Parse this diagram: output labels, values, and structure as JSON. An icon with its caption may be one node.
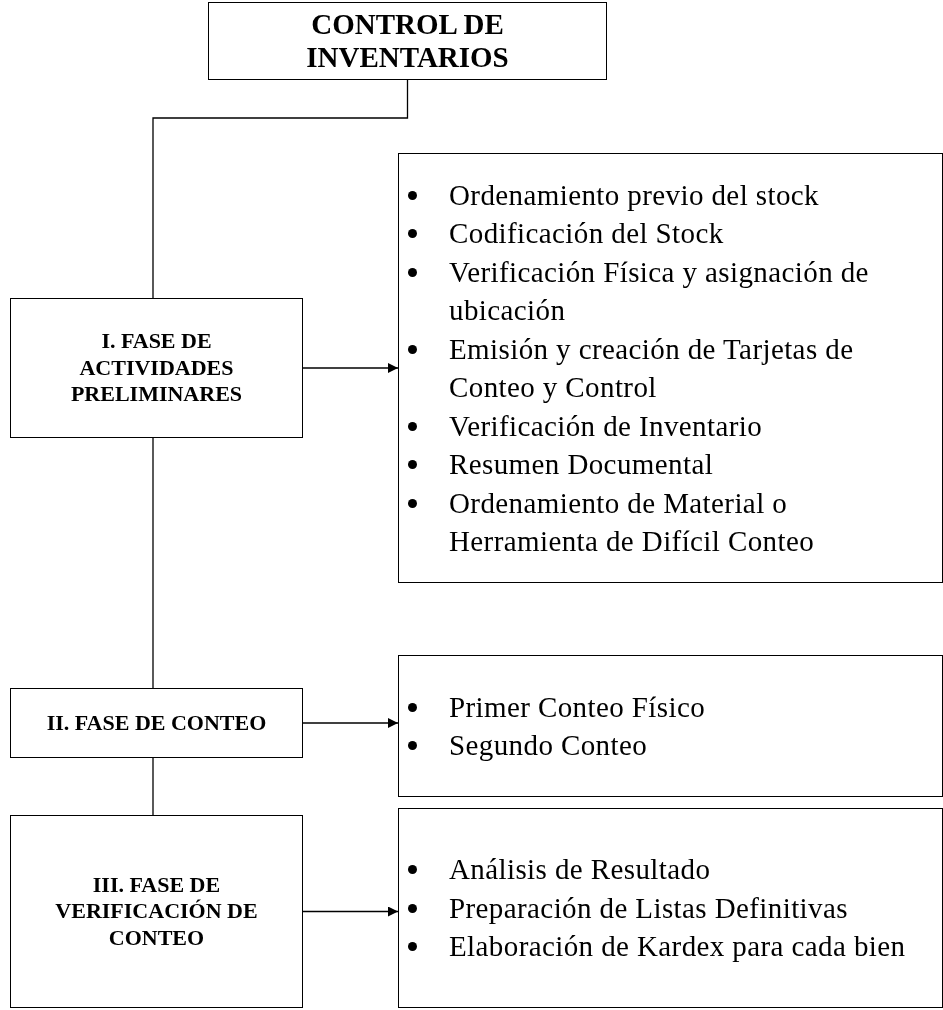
{
  "diagram": {
    "nodes": [
      {
        "text": [
          "CONTROL DE INVENTARIOS"
        ]
      },
      {
        "text": [
          "I. FASE DE ACTIVIDADES PRELIMINARES"
        ]
      },
      {
        "text": [
          "Ordenamiento previo del stock",
          "Codificación del Stock",
          "Verificación Física y asignación de ubicación",
          "Emisión y creación de Tarjetas de Conteo y Control",
          "Verificación de Inventario",
          "Resumen Documental",
          "Ordenamiento de Material o Herramienta de Difícil Conteo"
        ]
      },
      {
        "text": [
          "II. FASE DE CONTEO"
        ]
      },
      {
        "text": [
          "Primer Conteo Físico",
          "Segundo Conteo"
        ]
      },
      {
        "text": [
          "III. FASE DE VERIFICACIÓN DE CONTEO"
        ]
      },
      {
        "text": [
          "Análisis de Resultado",
          "Preparación de Listas Definitivas",
          "Elaboración de Kardex para cada bien"
        ]
      }
    ],
    "edges": [
      {
        "from": 0,
        "to": 1,
        "arrow": "none"
      },
      {
        "from": 1,
        "to": 2,
        "arrow": "to"
      },
      {
        "from": 1,
        "to": 3,
        "arrow": "none"
      },
      {
        "from": 3,
        "to": 4,
        "arrow": "to"
      },
      {
        "from": 3,
        "to": 5,
        "arrow": "none"
      },
      {
        "from": 5,
        "to": 6,
        "arrow": "to"
      }
    ]
  }
}
